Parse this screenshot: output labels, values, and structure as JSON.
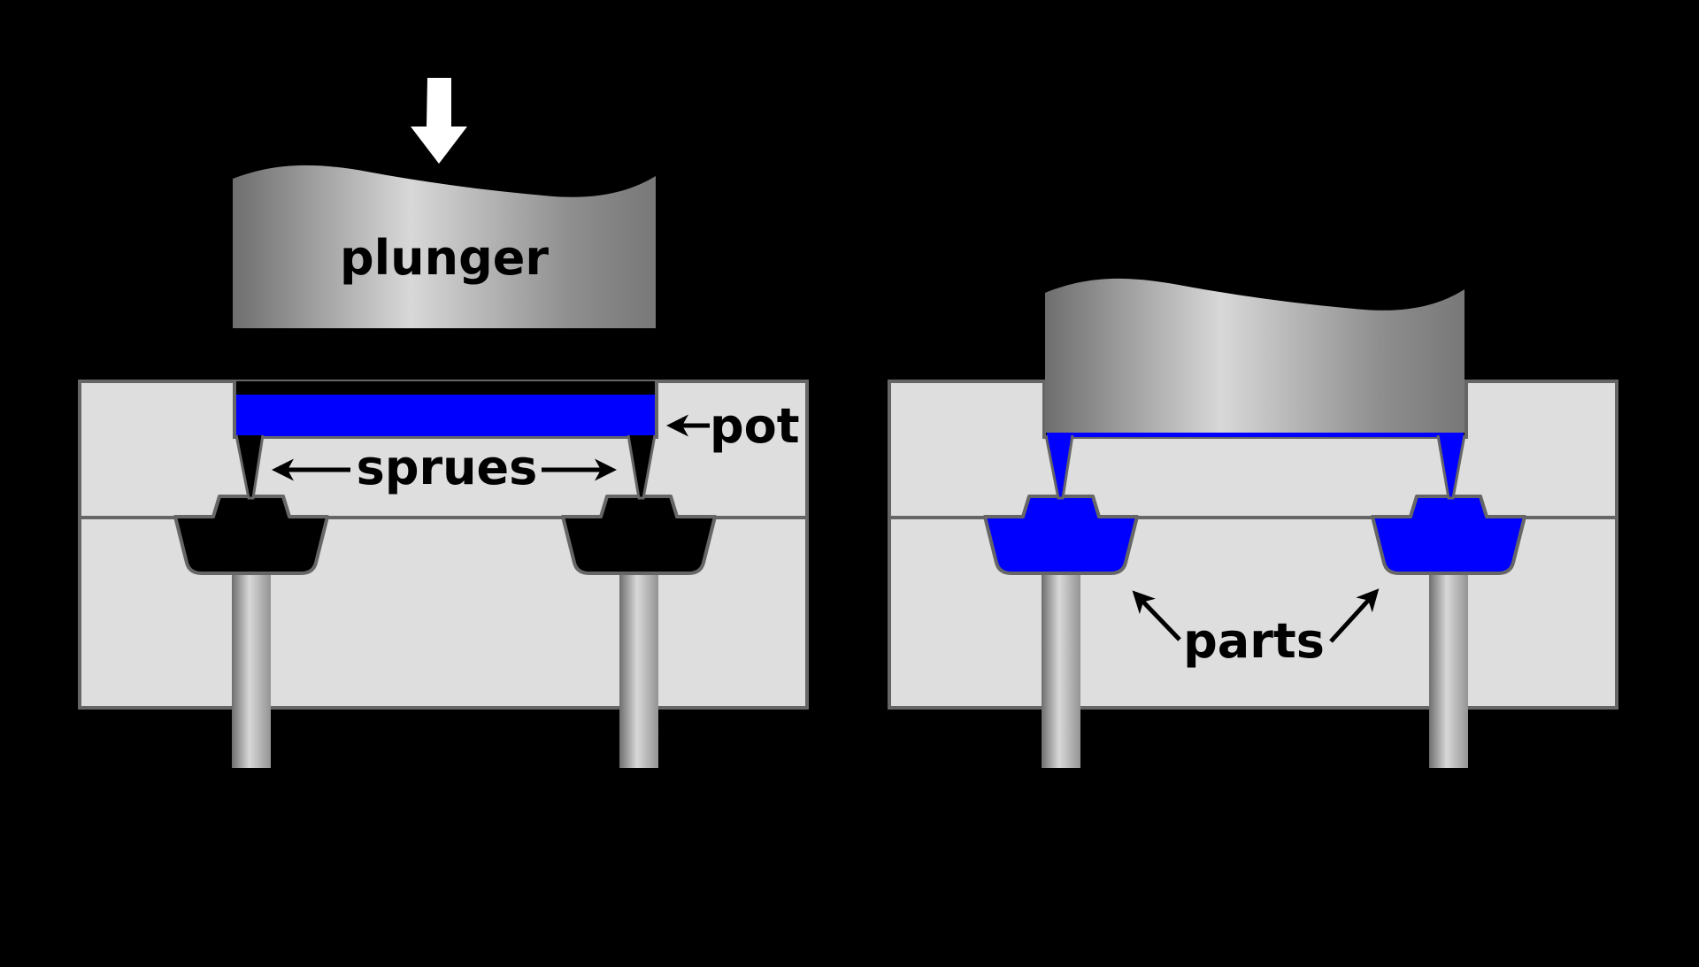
{
  "diagram": {
    "title_visible": false,
    "background": "#000000",
    "colors": {
      "material_blue": "#0000ff",
      "mold_gray": "#dedede",
      "outline_gray": "#666666",
      "label_black": "#000000",
      "white": "#ffffff",
      "plunger_dark": "#6e6e6e",
      "plunger_light": "#d8d8d8"
    },
    "labels": {
      "plunger": "plunger",
      "pot": "pot",
      "sprues": "sprues",
      "parts": "parts"
    }
  }
}
